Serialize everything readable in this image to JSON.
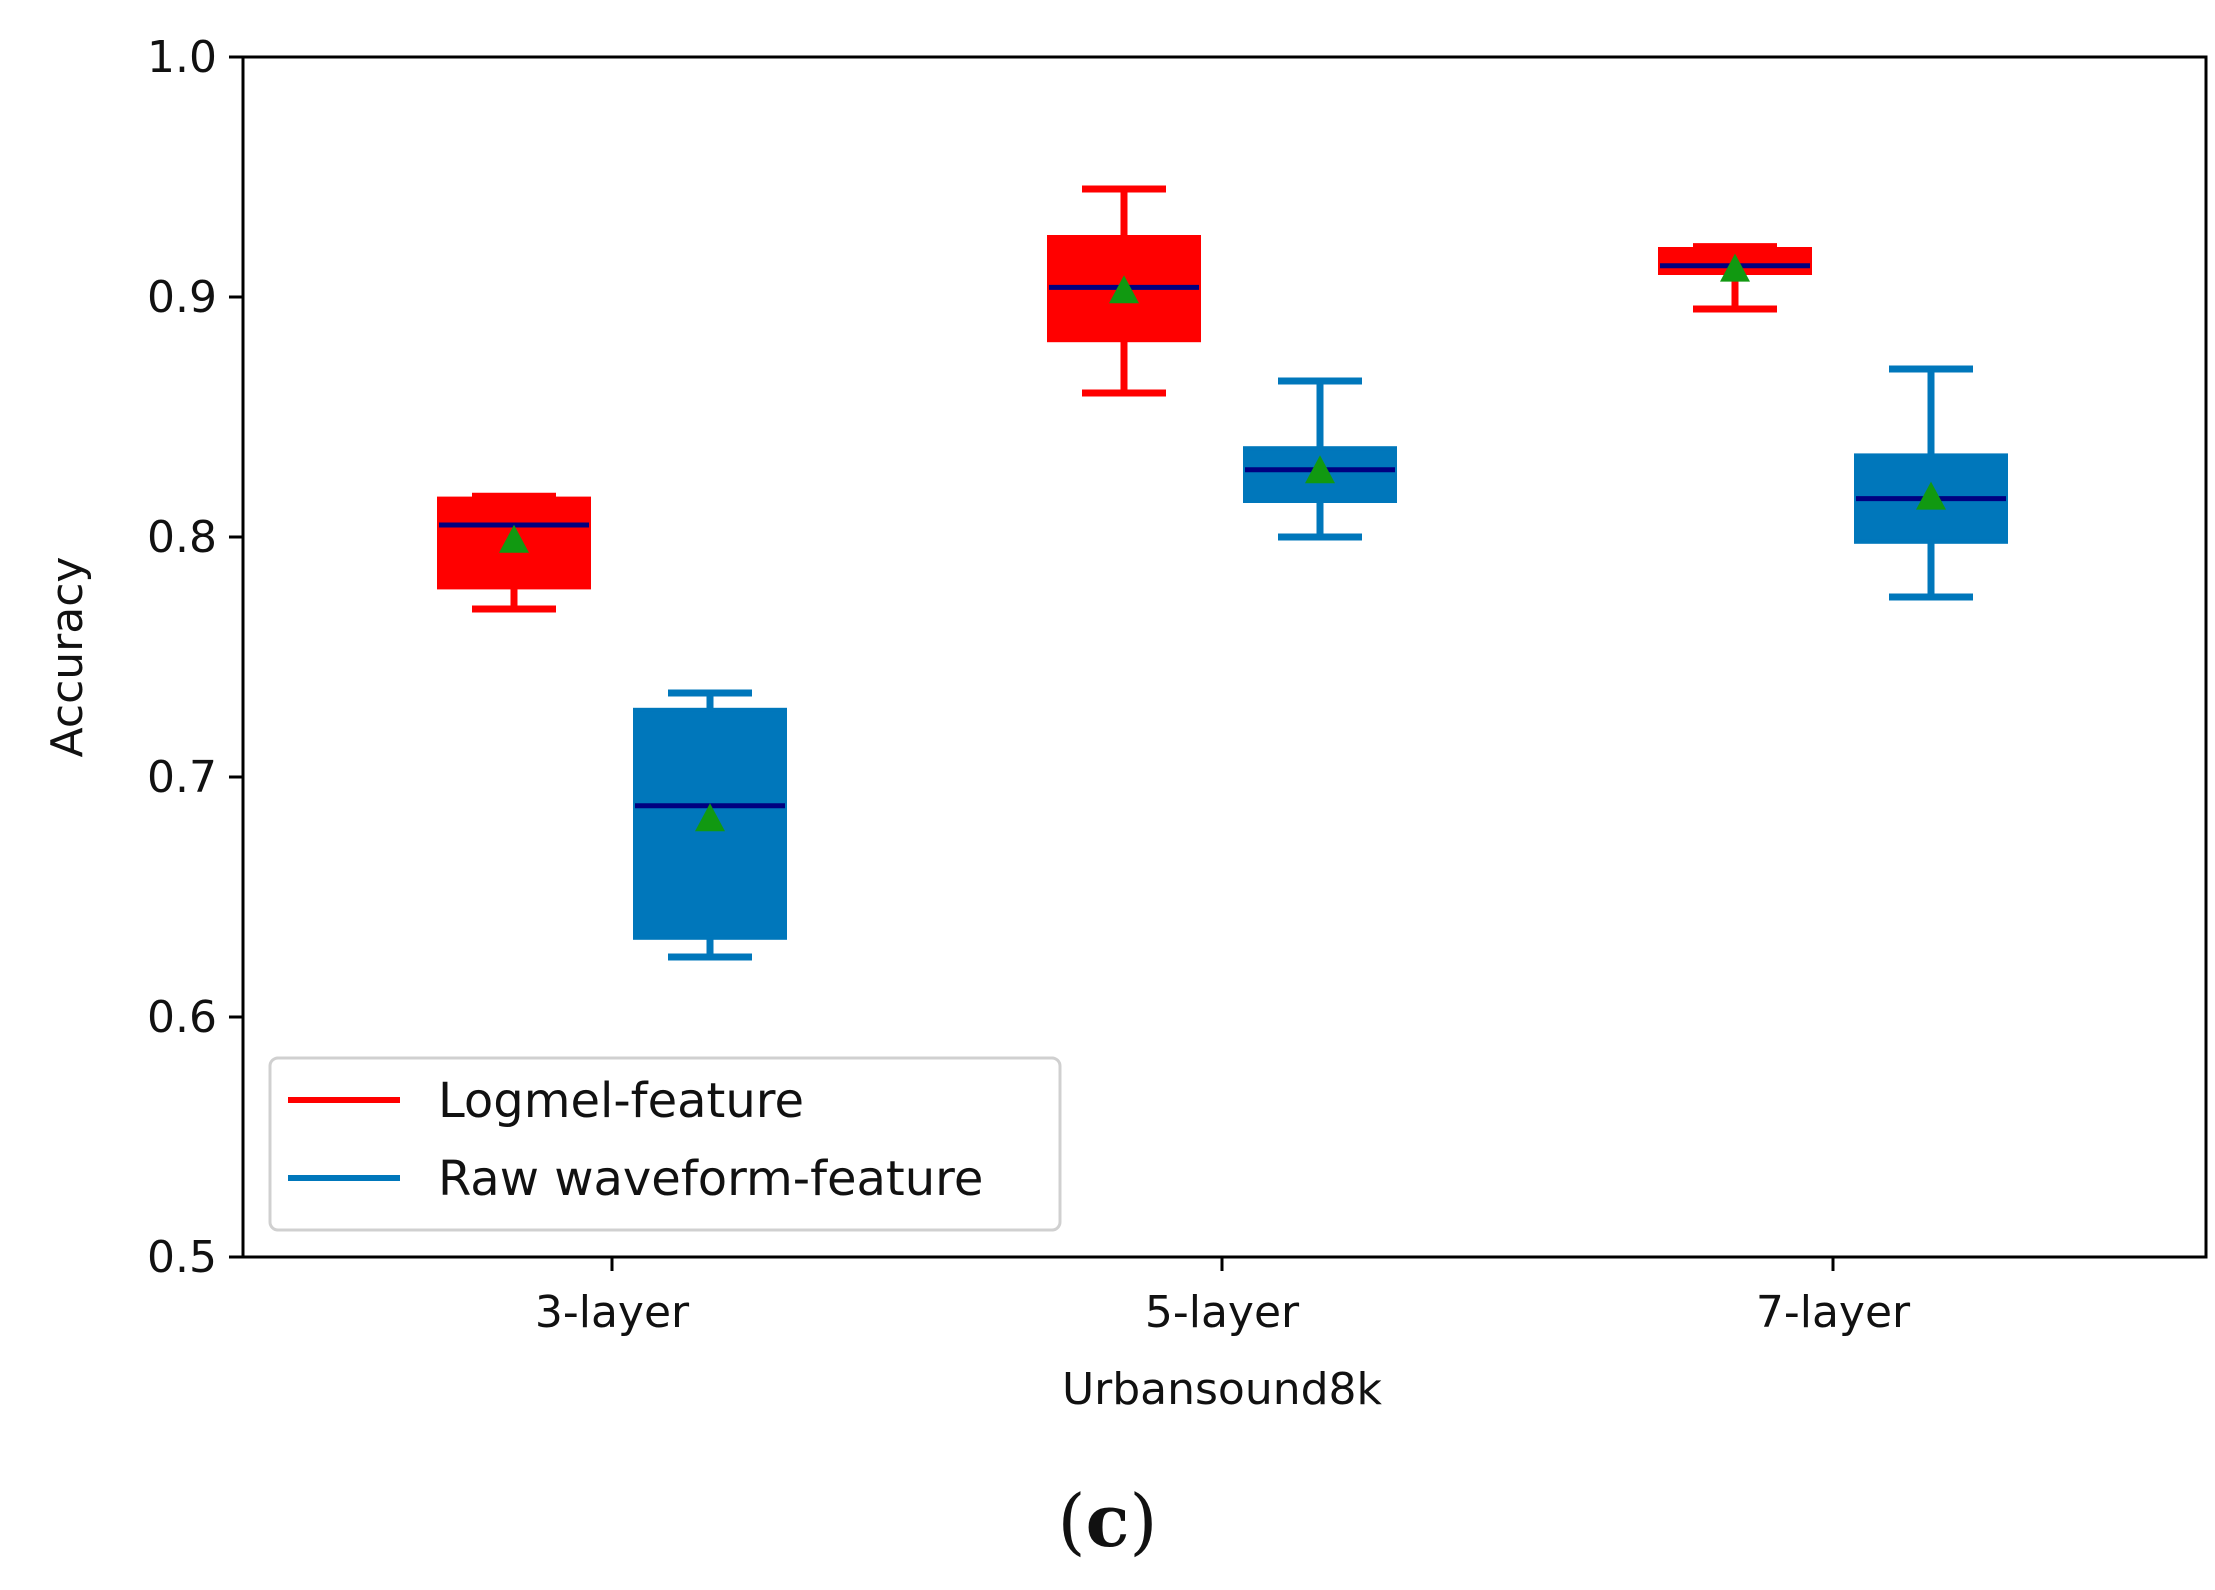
{
  "panel_label": {
    "open": "(",
    "letter": "c",
    "close": ")"
  },
  "chart_data": {
    "type": "box",
    "xlabel": "Urbansound8k",
    "ylabel": "Accuracy",
    "ylim": [
      0.5,
      1.0
    ],
    "yticks": [
      0.5,
      0.6,
      0.7,
      0.8,
      0.9,
      1.0
    ],
    "ytick_labels": [
      "0.5",
      "0.6",
      "0.7",
      "0.8",
      "0.9",
      "1.0"
    ],
    "categories": [
      "3-layer",
      "5-layer",
      "7-layer"
    ],
    "grid": false,
    "legend_position": "lower-left",
    "median_color": "#000080",
    "mean_marker_color": "#119911",
    "series": [
      {
        "name": "Logmel-feature",
        "color": "#ff0000",
        "boxes": [
          {
            "whisker_low": 0.77,
            "q1": 0.779,
            "median": 0.805,
            "q3": 0.816,
            "whisker_high": 0.817,
            "mean": 0.798
          },
          {
            "whisker_low": 0.86,
            "q1": 0.882,
            "median": 0.904,
            "q3": 0.925,
            "whisker_high": 0.945,
            "mean": 0.902
          },
          {
            "whisker_low": 0.895,
            "q1": 0.91,
            "median": 0.913,
            "q3": 0.92,
            "whisker_high": 0.921,
            "mean": 0.911
          }
        ]
      },
      {
        "name": "Raw waveform-feature",
        "color": "#0077bb",
        "boxes": [
          {
            "whisker_low": 0.625,
            "q1": 0.633,
            "median": 0.688,
            "q3": 0.728,
            "whisker_high": 0.735,
            "mean": 0.682
          },
          {
            "whisker_low": 0.8,
            "q1": 0.815,
            "median": 0.828,
            "q3": 0.837,
            "whisker_high": 0.865,
            "mean": 0.827
          },
          {
            "whisker_low": 0.775,
            "q1": 0.798,
            "median": 0.816,
            "q3": 0.834,
            "whisker_high": 0.87,
            "mean": 0.816
          }
        ]
      }
    ]
  }
}
